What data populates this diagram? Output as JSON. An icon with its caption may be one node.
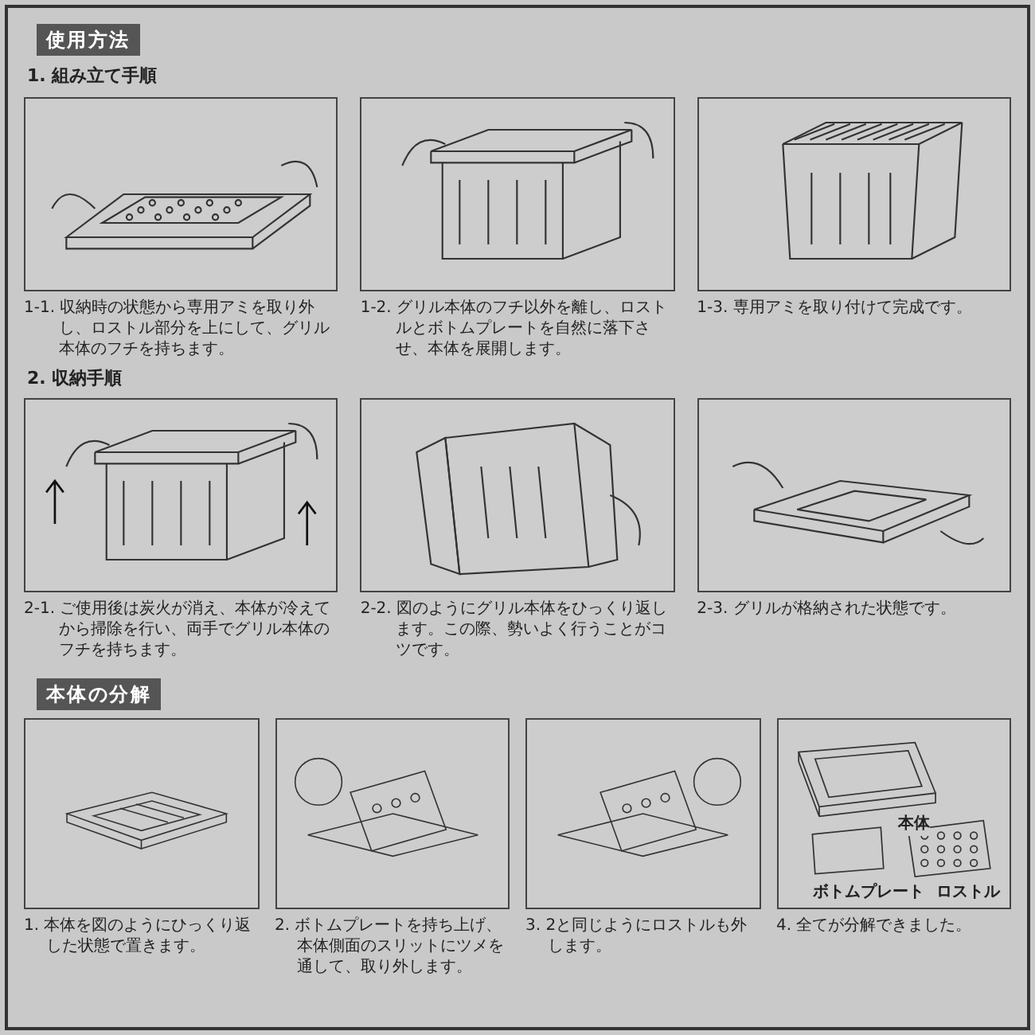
{
  "diagram": {
    "labels": [
      "使用方法",
      "1. 組み立て手順",
      "1-1. 収納時の状態から専用アミを取り外し、ロストル部分を上にして、グリル本体のフチを持ちます。",
      "1-2. グリル本体のフチ以外を離し、ロストルとボトムプレートを自然に落下させ、本体を展開します。",
      "1-3. 専用アミを取り付けて完成です。",
      "2. 収納手順",
      "2-1. ご使用後は炭火が消え、本体が冷えてから掃除を行い、両手でグリル本体のフチを持ちます。",
      "2-2. 図のようにグリル本体をひっくり返します。この際、勢いよく行うことがコツです。",
      "2-3. グリルが格納された状態です。",
      "本体の分解",
      "本体",
      "ボトムプレート",
      "ロストル",
      "1. 本体を図のようにひっくり返した状態で置きます。",
      "2. ボトムプレートを持ち上げ、本体側面のスリットにツメを通して、取り外します。",
      "3. 2と同じようにロストルも外します。",
      "4. 全てが分解できました。"
    ]
  }
}
